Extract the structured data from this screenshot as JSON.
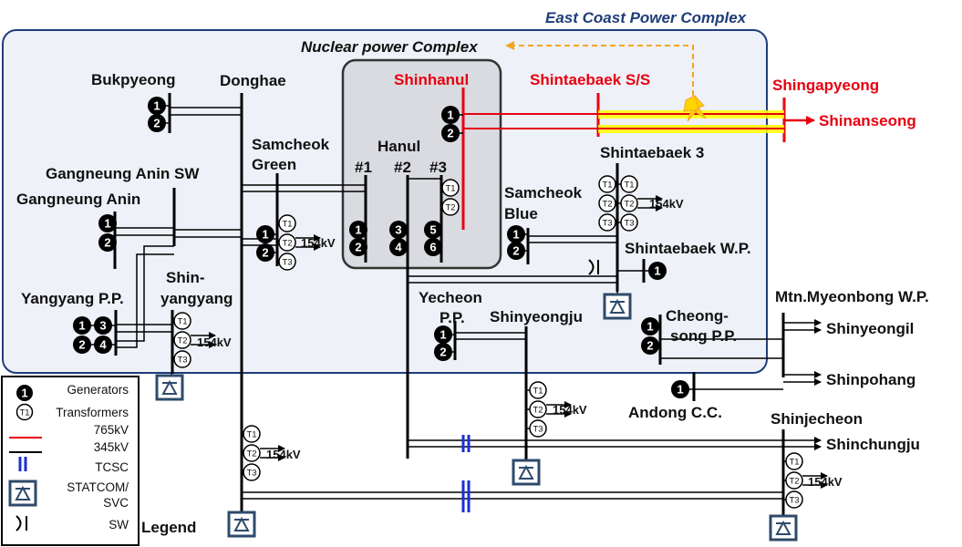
{
  "title": "East Coast Power Complex",
  "nuclear_title": "Nuclear power Complex",
  "generator_numbers": [
    "1",
    "2",
    "3",
    "4",
    "5",
    "6"
  ],
  "transformer_labels": [
    "T1",
    "T2",
    "T3"
  ],
  "kv154": "154kV",
  "buses": {
    "bukpyeong": "Bukpyeong",
    "donghae": "Donghae",
    "gangneung_anin_sw": "Gangneung Anin SW",
    "gangneung_anin": "Gangneung Anin",
    "samcheok_green_1": "Samcheok",
    "samcheok_green_2": "Green",
    "hanul": "Hanul",
    "unit1": "#1",
    "unit2": "#2",
    "unit3": "#3",
    "shinhanul": "Shinhanul",
    "shintaebaek_ss": "Shintaebaek S/S",
    "shingapyeong": "Shingapyeong",
    "shinanseong": "Shinanseong",
    "shintaebaek3": "Shintaebaek 3",
    "samcheok_blue_1": "Samcheok",
    "samcheok_blue_2": "Blue",
    "shintaebaek_wp": "Shintaebaek W.P.",
    "shinyangyang_1": "Shin-",
    "shinyangyang_2": "yangyang",
    "yangyang_pp": "Yangyang P.P.",
    "yecheon_1": "Yecheon",
    "yecheon_2": "P.P.",
    "shinyeongju": "Shinyeongju",
    "cheongsong_1": "Cheong-",
    "cheongsong_2": "song P.P.",
    "myeonbong": "Mtn.Myeonbong W.P.",
    "shinyeongil": "Shinyeongil",
    "shinpohang": "Shinpohang",
    "andong": "Andong C.C.",
    "shinjecheon": "Shinjecheon",
    "shinchungju": "Shinchungju"
  },
  "legend": {
    "title": "Legend",
    "generators": "Generators",
    "transformers": "Transformers",
    "kv765": "765kV",
    "kv345": "345kV",
    "tcsc": "TCSC",
    "statcom_1": "STATCOM/",
    "statcom_2": "SVC",
    "sw": "SW"
  },
  "colors": {
    "line_765kv": "#e8000f",
    "line_345kv": "#000000",
    "tcsc": "#1a2fd6",
    "fault_highlight": "#ffff00",
    "fault_arrow": "#f5a623",
    "complex_border": "#1f3d7a",
    "complex_fill": "#eef1f7",
    "nuclear_fill": "#d9dbe0",
    "statcom_frame": "#2e4a6b"
  }
}
